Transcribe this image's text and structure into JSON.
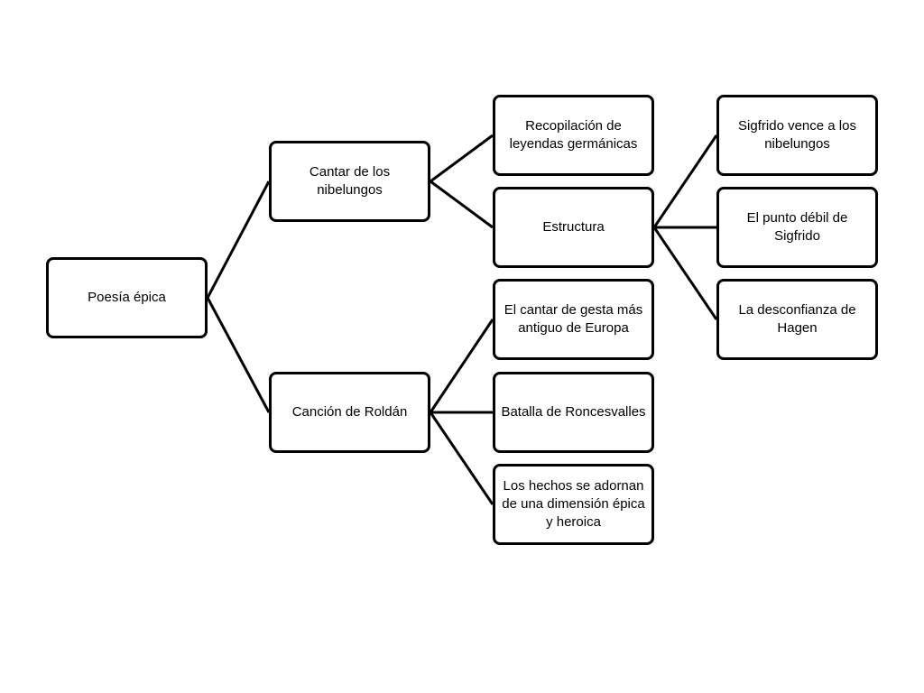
{
  "diagram": {
    "root": "Poesía épica",
    "branch_a": {
      "label": "Cantar de los nibelungos",
      "child_1": "Recopilación de leyendas germánicas",
      "child_2": {
        "label": "Estructura",
        "child_1": "Sigfrido vence a los nibelungos",
        "child_2": "El punto débil de Sigfrido",
        "child_3": "La desconfianza de Hagen"
      }
    },
    "branch_b": {
      "label": "Canción de Roldán",
      "child_1": "El cantar de gesta más antiguo de Europa",
      "child_2": "Batalla de Roncesvalles",
      "child_3": "Los hechos se adornan de una dimensión épica y heroica"
    }
  }
}
